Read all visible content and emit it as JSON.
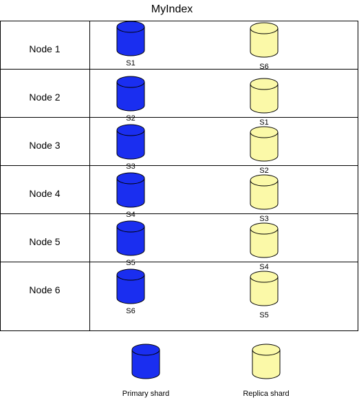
{
  "title": "MyIndex",
  "colors": {
    "primary": "#1a2ef0",
    "replica": "#fbf9a8",
    "stroke": "#000000"
  },
  "nodes": [
    {
      "label": "Node 1",
      "primary": "S1",
      "replica": "S6"
    },
    {
      "label": "Node 2",
      "primary": "S2",
      "replica": "S1"
    },
    {
      "label": "Node 3",
      "primary": "S3",
      "replica": "S2"
    },
    {
      "label": "Node 4",
      "primary": "S4",
      "replica": "S3"
    },
    {
      "label": "Node 5",
      "primary": "S5",
      "replica": "S4"
    },
    {
      "label": "Node 6",
      "primary": "S6",
      "replica": "S5"
    }
  ],
  "legend": {
    "primary_label": "Primary shard",
    "replica_label": "Replica shard"
  }
}
